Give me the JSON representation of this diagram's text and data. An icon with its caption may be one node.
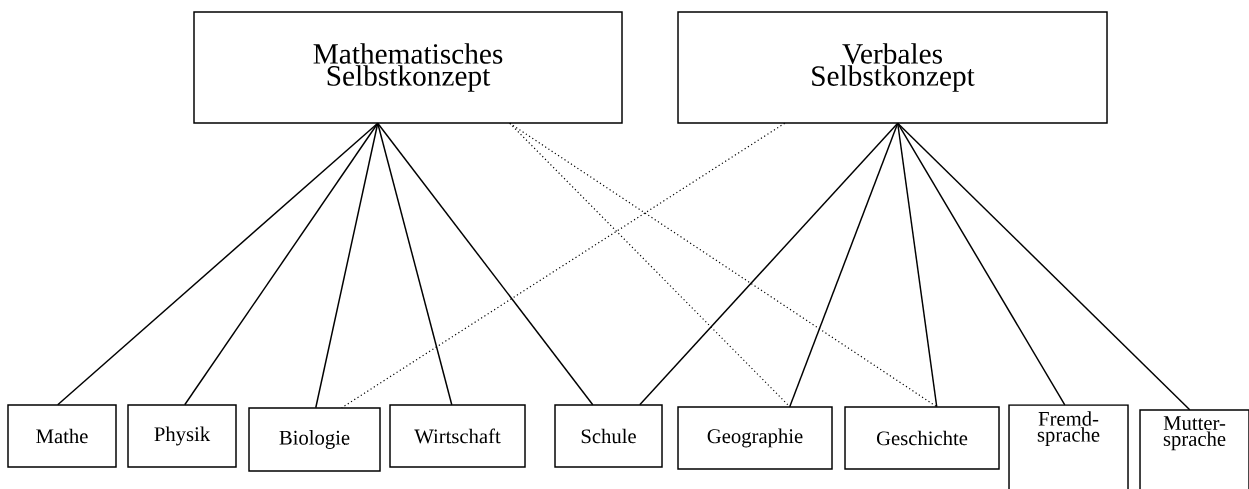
{
  "diagram": {
    "nodes": [
      {
        "text": [
          "Mathematisches Selbstkonzept"
        ]
      },
      {
        "text": [
          "Verbales Selbstkonzept"
        ]
      },
      {
        "text": [
          "Mathe"
        ]
      },
      {
        "text": [
          "Physik"
        ]
      },
      {
        "text": [
          "Biologie"
        ]
      },
      {
        "text": [
          "Wirtschaft"
        ]
      },
      {
        "text": [
          "Schule"
        ]
      },
      {
        "text": [
          "Geographie"
        ]
      },
      {
        "text": [
          "Geschichte"
        ]
      },
      {
        "text": [
          "Fremd- sprache"
        ]
      },
      {
        "text": [
          "Mutter- sprache"
        ]
      }
    ],
    "edges": [
      {
        "from": 0,
        "to": 2,
        "arrow": "none"
      },
      {
        "from": 0,
        "to": 3,
        "arrow": "none"
      },
      {
        "from": 0,
        "to": 4,
        "arrow": "none"
      },
      {
        "from": 0,
        "to": 5,
        "arrow": "none"
      },
      {
        "from": 0,
        "to": 6,
        "arrow": "none"
      },
      {
        "from": 0,
        "to": 7,
        "arrow": "none",
        "style": "dashed"
      },
      {
        "from": 0,
        "to": 8,
        "arrow": "none",
        "style": "dashed"
      },
      {
        "from": 1,
        "to": 4,
        "arrow": "none",
        "style": "dashed"
      },
      {
        "from": 1,
        "to": 6,
        "arrow": "none"
      },
      {
        "from": 1,
        "to": 7,
        "arrow": "none"
      },
      {
        "from": 1,
        "to": 8,
        "arrow": "none"
      },
      {
        "from": 1,
        "to": 9,
        "arrow": "none"
      },
      {
        "from": 1,
        "to": 10,
        "arrow": "none"
      }
    ]
  }
}
